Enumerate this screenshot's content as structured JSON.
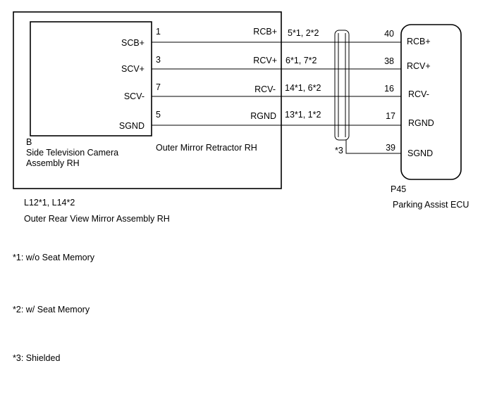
{
  "outer_assembly": {
    "connector": "L12*1, L14*2",
    "name": "Outer Rear View Mirror Assembly RH"
  },
  "camera": {
    "connector": "B",
    "name_line1": "Side Television Camera",
    "name_line2": "Assembly RH",
    "pins": [
      "SCB+",
      "SCV+",
      "SCV-",
      "SGND"
    ]
  },
  "retractor": {
    "name": "Outer Mirror Retractor RH",
    "signals": [
      {
        "pin": "1",
        "label": "RCB+",
        "conn": "5*1, 2*2"
      },
      {
        "pin": "3",
        "label": "RCV+",
        "conn": "6*1, 7*2"
      },
      {
        "pin": "7",
        "label": "RCV-",
        "conn": "14*1, 6*2"
      },
      {
        "pin": "5",
        "label": "RGND",
        "conn": "13*1, 1*2"
      }
    ]
  },
  "ecu": {
    "connector": "P45",
    "name": "Parking Assist ECU",
    "pins": [
      {
        "pin": "40",
        "label": "RCB+"
      },
      {
        "pin": "38",
        "label": "RCV+"
      },
      {
        "pin": "16",
        "label": "RCV-"
      },
      {
        "pin": "17",
        "label": "RGND"
      },
      {
        "pin": "39",
        "label": "SGND"
      }
    ]
  },
  "shield_label": "*3",
  "notes": [
    "*1: w/o Seat Memory",
    "*2: w/ Seat Memory",
    "*3: Shielded"
  ]
}
